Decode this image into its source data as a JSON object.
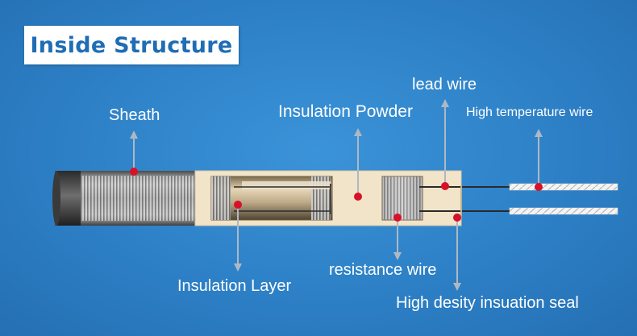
{
  "title": "Inside Structure",
  "labels": {
    "sheath": "Sheath",
    "lead_wire": "lead wire",
    "insulation_powder": "Insulation Powder",
    "high_temperature_wire": "High temperature wire",
    "insulation_layer": "Insulation Layer",
    "resistance_wire": "resistance wire",
    "high_density_seal": "High desity insuation seal"
  },
  "colors": {
    "background": "#2f82c9",
    "title_text": "#1f6db4",
    "marker": "#d8102a",
    "core": "#f1e4c8"
  }
}
